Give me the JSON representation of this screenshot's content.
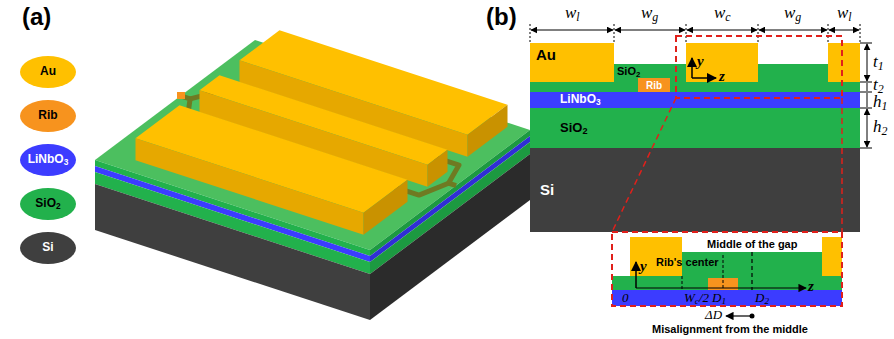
{
  "diagram": {
    "nodes": [
      {
        "text": [
          "Au"
        ]
      },
      {
        "text": [
          "Rib"
        ]
      },
      {
        "text": [
          "LiNbO3"
        ]
      },
      {
        "text": [
          "SiO2"
        ]
      },
      {
        "text": [
          "Si"
        ]
      }
    ],
    "labels": [
      "(a)",
      "(b)",
      "wl",
      "wg",
      "wc",
      "wg",
      "wl",
      "t1",
      "t2",
      "h1",
      "h2",
      "y",
      "z",
      "SiO2",
      "Middle of the gap",
      "Rib's center",
      "y",
      "z",
      "0",
      "Wc/2",
      "D1",
      "D2",
      "ΔD",
      "Misalignment from the middle"
    ],
    "legend": [
      {
        "text": "Au",
        "color": "#ffc000"
      },
      {
        "text": "Rib",
        "color": "#f7931e"
      },
      {
        "text": "LiNbO3",
        "color": "#3c3cff"
      },
      {
        "text": "SiO2",
        "color": "#22b14c"
      },
      {
        "text": "Si",
        "color": "#3f3f3f"
      }
    ]
  }
}
